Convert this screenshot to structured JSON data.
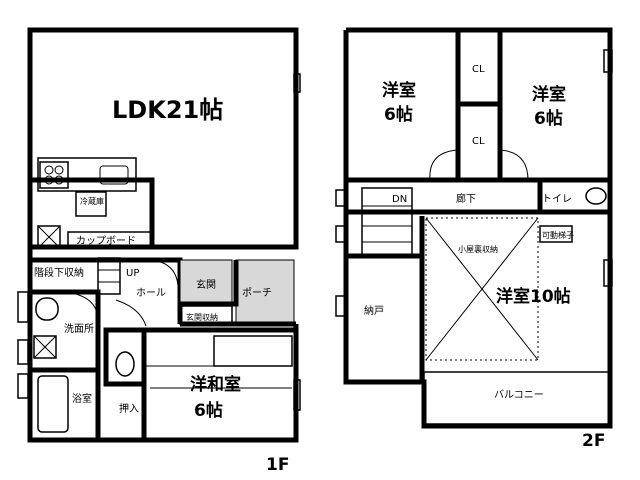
{
  "floor1": {
    "label": "1F",
    "rooms": {
      "ldk": "LDK21帖",
      "hall": "ホール",
      "up": "UP",
      "under_stairs": "階段下収納",
      "cupboard": "カップボード",
      "fridge": "冷蔵庫",
      "entrance": "玄関",
      "entrance_storage": "玄関収納",
      "porch": "ポーチ",
      "washroom": "洗面所",
      "bath": "浴室",
      "closet": "押入",
      "japanese_room_name": "洋和室",
      "japanese_room_size": "6帖"
    }
  },
  "floor2": {
    "label": "2F",
    "rooms": {
      "western_a_name": "洋室",
      "western_a_size": "6帖",
      "western_b_name": "洋室",
      "western_b_size": "6帖",
      "cl_top": "CL",
      "cl_bottom": "CL",
      "dn": "DN",
      "corridor": "廊下",
      "toilet": "トイレ",
      "storage": "納戸",
      "attic": "小屋裏収納",
      "ladder": "可動梯子",
      "western_big": "洋室10帖",
      "balcony": "バルコニー"
    }
  }
}
